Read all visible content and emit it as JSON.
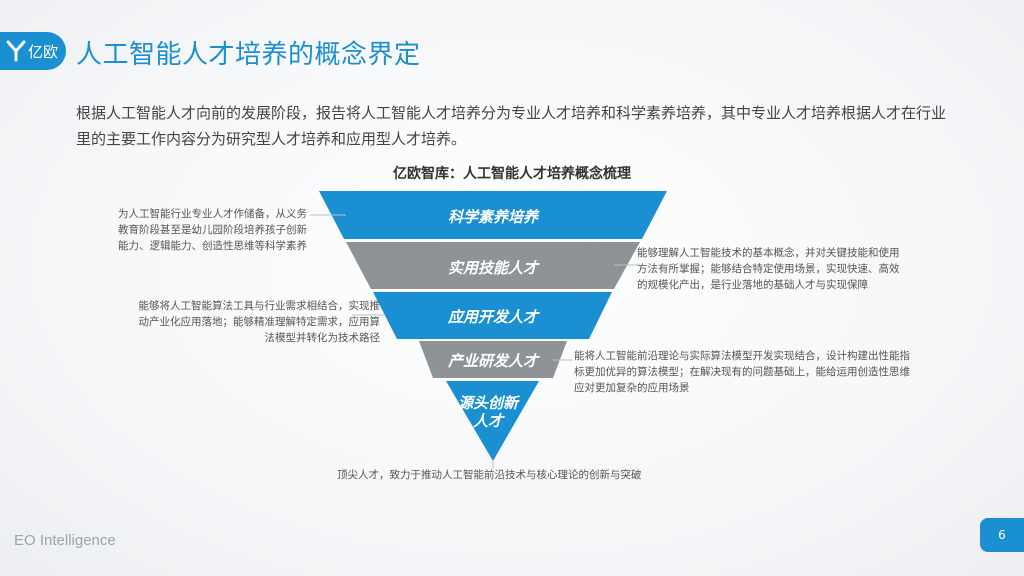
{
  "brand": {
    "logo_text": "亿欧",
    "footer": "EO Intelligence"
  },
  "page": {
    "title": "人工智能人才培养的概念界定",
    "number": "6"
  },
  "intro": "根据人工智能人才向前的发展阶段，报告将人工智能人才培养分为专业人才培养和科学素养培养，其中专业人才培养根据人才在行业里的主要工作内容分为研究型人才培养和应用型人才培养。",
  "diagram": {
    "title": "亿欧智库：人工智能人才培养概念梳理",
    "tiers": [
      {
        "label": "科学素养培养",
        "color": "#1a8fd1",
        "description": "为人工智能行业专业人才作储备，从义务教育阶段甚至是幼儿园阶段培养孩子创新能力、逻辑能力、创造性思维等科学素养"
      },
      {
        "label": "实用技能人才",
        "color": "#8f9398",
        "description": "能够理解人工智能技术的基本概念，并对关键技能和使用方法有所掌握；能够结合特定使用场景，实现快速、高效的规模化产出，是行业落地的基础人才与实现保障"
      },
      {
        "label": "应用开发人才",
        "color": "#1a8fd1",
        "description": "能够将人工智能算法工具与行业需求相结合，实现推动产业化应用落地；能够精准理解特定需求，应用算法模型并转化为技术路径"
      },
      {
        "label": "产业研发人才",
        "color": "#8f9398",
        "description": "能将人工智能前沿理论与实际算法模型开发实现结合，设计构建出性能指标更加优异的算法模型；在解决现有的问题基础上，能给运用创造性思维应对更加复杂的应用场景"
      },
      {
        "label": "源头创新人才",
        "color": "#1a8fd1",
        "description": "顶尖人才，致力于推动人工智能前沿技术与核心理论的创新与突破"
      }
    ]
  }
}
